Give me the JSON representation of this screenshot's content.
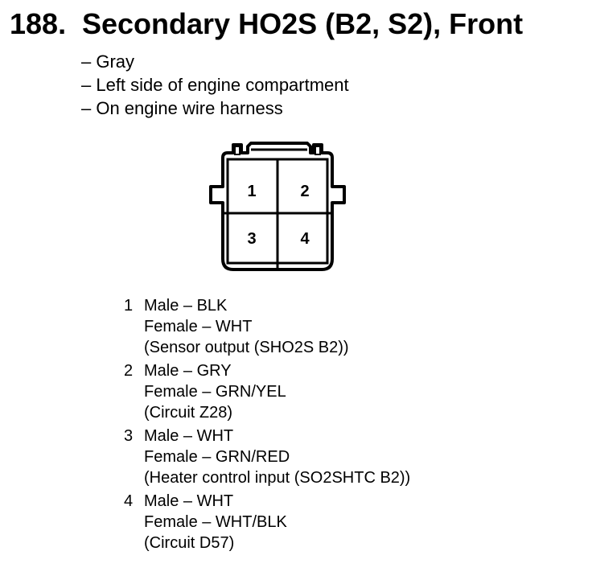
{
  "title": {
    "number": "188.",
    "text": "Secondary HO2S (B2, S2), Front"
  },
  "info": [
    "– Gray",
    "– Left side of engine compartment",
    "– On engine wire harness"
  ],
  "connector": {
    "pin_labels": [
      "1",
      "2",
      "3",
      "4"
    ]
  },
  "pins": [
    {
      "number": "1",
      "male": "Male – BLK",
      "female": "Female – WHT",
      "note": "(Sensor output (SHO2S B2))"
    },
    {
      "number": "2",
      "male": "Male – GRY",
      "female": "Female – GRN/YEL",
      "note": "(Circuit Z28)"
    },
    {
      "number": "3",
      "male": "Male – WHT",
      "female": "Female – GRN/RED",
      "note": "(Heater control input (SO2SHTC B2))"
    },
    {
      "number": "4",
      "male": "Male – WHT",
      "female": "Female – WHT/BLK",
      "note": "(Circuit D57)"
    }
  ]
}
